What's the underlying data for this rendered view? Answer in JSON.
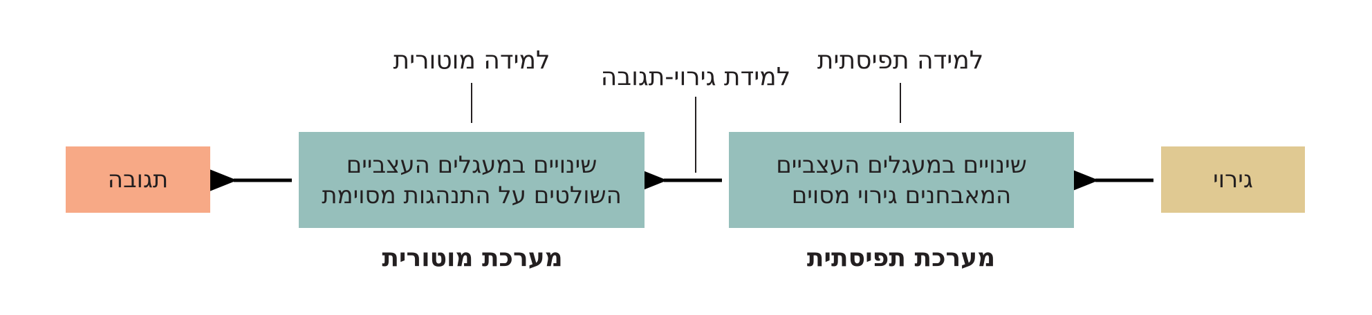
{
  "boxes": {
    "stimulus": {
      "label": "גירוי",
      "color": "#e0c992"
    },
    "perceptual": {
      "line1": "שינויים במעגלים העצביים",
      "line2": "המאבחנים גירוי מסוים",
      "color": "#96bfbb"
    },
    "motor": {
      "line1": "שינויים במעגלים העצביים",
      "line2": "השולטים על התנהגות מסוימת",
      "color": "#96bfbb"
    },
    "response": {
      "label": "תגובה",
      "color": "#f7a986"
    }
  },
  "learning_labels": {
    "perceptual": "למידה תפיסתית",
    "stimulus_response": "למידת גירוי-תגובה",
    "motor": "למידה מוטורית"
  },
  "system_titles": {
    "perceptual": "מערכת תפיסתית",
    "motor": "מערכת מוטורית"
  }
}
